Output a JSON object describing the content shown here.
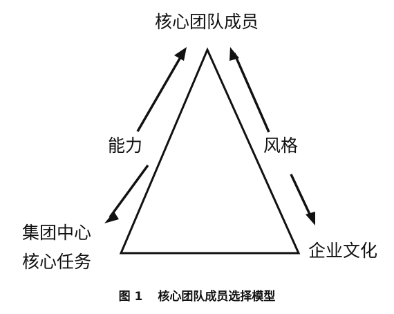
{
  "nodes": {
    "top": "核心团队成员",
    "left_line1": "集团中心",
    "left_line2": "核心任务",
    "right": "企业文化"
  },
  "edges": {
    "left": "能力",
    "right": "风格"
  },
  "caption": {
    "number": "图 1",
    "title": "核心团队成员选择模型"
  },
  "colors": {
    "stroke": "#111111",
    "background": "#ffffff"
  }
}
